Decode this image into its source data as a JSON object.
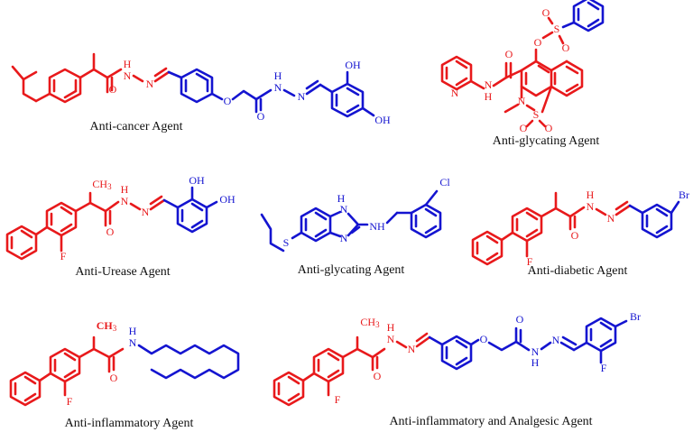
{
  "colors": {
    "red": "#e8191b",
    "blue": "#1414d0",
    "caption": "#111111",
    "background": "#ffffff"
  },
  "captions": {
    "anticancer": "Anti-cancer Agent",
    "antiglycating_top": "Anti-glycating Agent",
    "antiurease": "Anti-Urease Agent",
    "antiglycating_mid": "Anti-glycating Agent",
    "antidiabetic": "Anti-diabetic Agent",
    "antiinflammatory": "Anti-inflammatory Agent",
    "antiinflammatory_analgesic": "Anti-inflammatory and Analgesic Agent"
  },
  "atoms": {
    "H": "H",
    "N": "N",
    "O": "O",
    "S": "S",
    "F": "F",
    "Cl": "Cl",
    "Br": "Br",
    "OH": "OH",
    "CH3": "CH",
    "sub3": "3",
    "NH": "NH"
  }
}
